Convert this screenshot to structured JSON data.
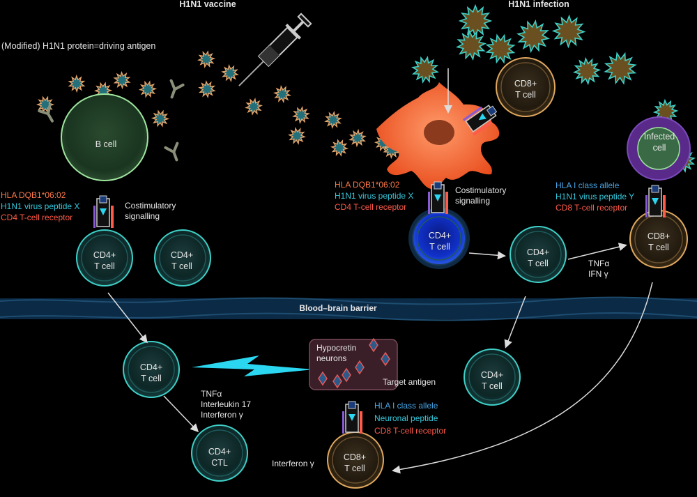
{
  "titles": {
    "vaccine": "H1N1 vaccine",
    "infection": "H1N1 infection",
    "antigen_note": "(Modified) H1N1 protein=driving antigen",
    "bbb": "Blood–brain barrier"
  },
  "cells": {
    "b_cell": "B cell",
    "cd4_a": [
      "CD4+",
      "T cell"
    ],
    "cd4_b": [
      "CD4+",
      "T cell"
    ],
    "cd4_apc": [
      "CD4+",
      "T cell"
    ],
    "cd4_mid": [
      "CD4+",
      "T cell"
    ],
    "cd8_top": [
      "CD8+",
      "T cell"
    ],
    "cd8_right": [
      "CD8+",
      "T cell"
    ],
    "infected": [
      "Infected",
      "cell"
    ],
    "cd4_brain_left": [
      "CD4+",
      "T cell"
    ],
    "cd4_ctl": [
      "CD4+",
      "CTL"
    ],
    "cd4_brain_right": [
      "CD4+",
      "T cell"
    ],
    "cd8_brain": [
      "CD8+",
      "T cell"
    ]
  },
  "receptor_labels": {
    "left": {
      "hla": "HLA DQB1*06:02",
      "peptide": "H1N1 virus peptide X",
      "tcr": "CD4 T-cell receptor",
      "costim": [
        "Costimulatory",
        "signalling"
      ]
    },
    "center": {
      "hla": "HLA DQB1*06:02",
      "peptide": "H1N1 virus peptide X",
      "tcr": "CD4 T-cell receptor",
      "costim": [
        "Costimulatory",
        "signalling"
      ]
    },
    "right": {
      "hla": "HLA I class allele",
      "peptide": "H1N1 virus peptide Y",
      "tcr": "CD8 T-cell receptor"
    },
    "brain": {
      "hla": "HLA I class allele",
      "peptide": "Neuronal peptide",
      "tcr": "CD8 T-cell receptor"
    }
  },
  "cytokines": {
    "mid": [
      "TNFα",
      "IFN γ"
    ],
    "brain": [
      "TNFα",
      "Interleukin 17",
      "Interferon γ"
    ],
    "cd8": "Interferon γ"
  },
  "neurons": {
    "label": [
      "Hypocretin",
      "neurons"
    ],
    "target": "Target antigen"
  },
  "colors": {
    "background": "#000000",
    "bbb_band": "#0b2a46",
    "tcell_ring": "#3fd0c8",
    "cd8_ring": "#e0a860",
    "dendritic": "#ff5a2a",
    "virus": "#1f6f78",
    "lightning": "#2bd6f0"
  }
}
